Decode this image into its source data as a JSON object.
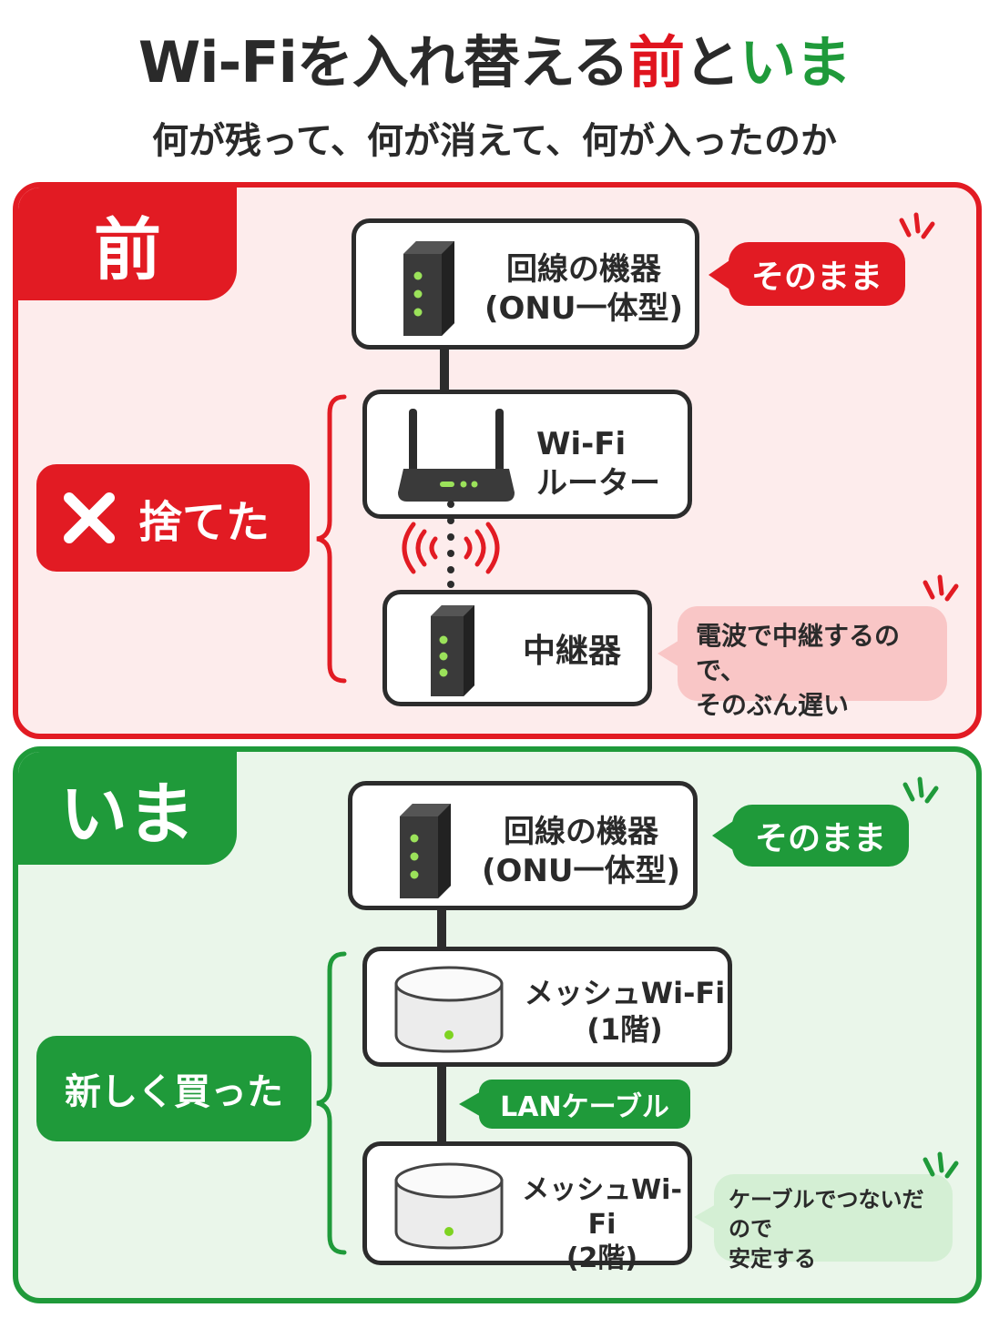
{
  "header": {
    "title_part1": "Wi-Fiを入れ替える",
    "title_before": "前",
    "title_and": "と",
    "title_now": "いま",
    "subtitle": "何が残って、何が消えて、何が入ったのか"
  },
  "before_panel": {
    "tab_label": "前",
    "colors": {
      "accent": "#e21b23",
      "background": "#fdecec",
      "note": "#f9c6c6"
    },
    "onu": {
      "line1": "回線の機器",
      "line2": "(ONU一体型)",
      "icon": "onu-device-icon"
    },
    "onu_badge": "そのまま",
    "discarded_label": "捨てた",
    "discarded_icon": "x-mark-icon",
    "router": {
      "line1": "Wi-Fi",
      "line2": "ルーター",
      "icon": "router-icon"
    },
    "signal_icon": "wireless-signal-icon",
    "repeater": {
      "label": "中継器",
      "icon": "repeater-icon"
    },
    "repeater_note": {
      "line1": "電波で中継するので、",
      "line2": "そのぶん遅い"
    }
  },
  "now_panel": {
    "tab_label": "いま",
    "colors": {
      "accent": "#1f9a3a",
      "background": "#eaf6ea",
      "note": "#d4efd4"
    },
    "onu": {
      "line1": "回線の機器",
      "line2": "(ONU一体型)",
      "icon": "onu-device-icon"
    },
    "onu_badge": "そのまま",
    "bought_label": "新しく買った",
    "mesh1": {
      "line1": "メッシュWi-Fi",
      "line2": "(1階)",
      "icon": "mesh-node-icon"
    },
    "cable_label": "LANケーブル",
    "mesh2": {
      "line1": "メッシュWi-Fi",
      "line2": "(2階)",
      "icon": "mesh-node-icon"
    },
    "mesh_note": {
      "line1": "ケーブルでつないだので",
      "line2": "安定する"
    }
  }
}
